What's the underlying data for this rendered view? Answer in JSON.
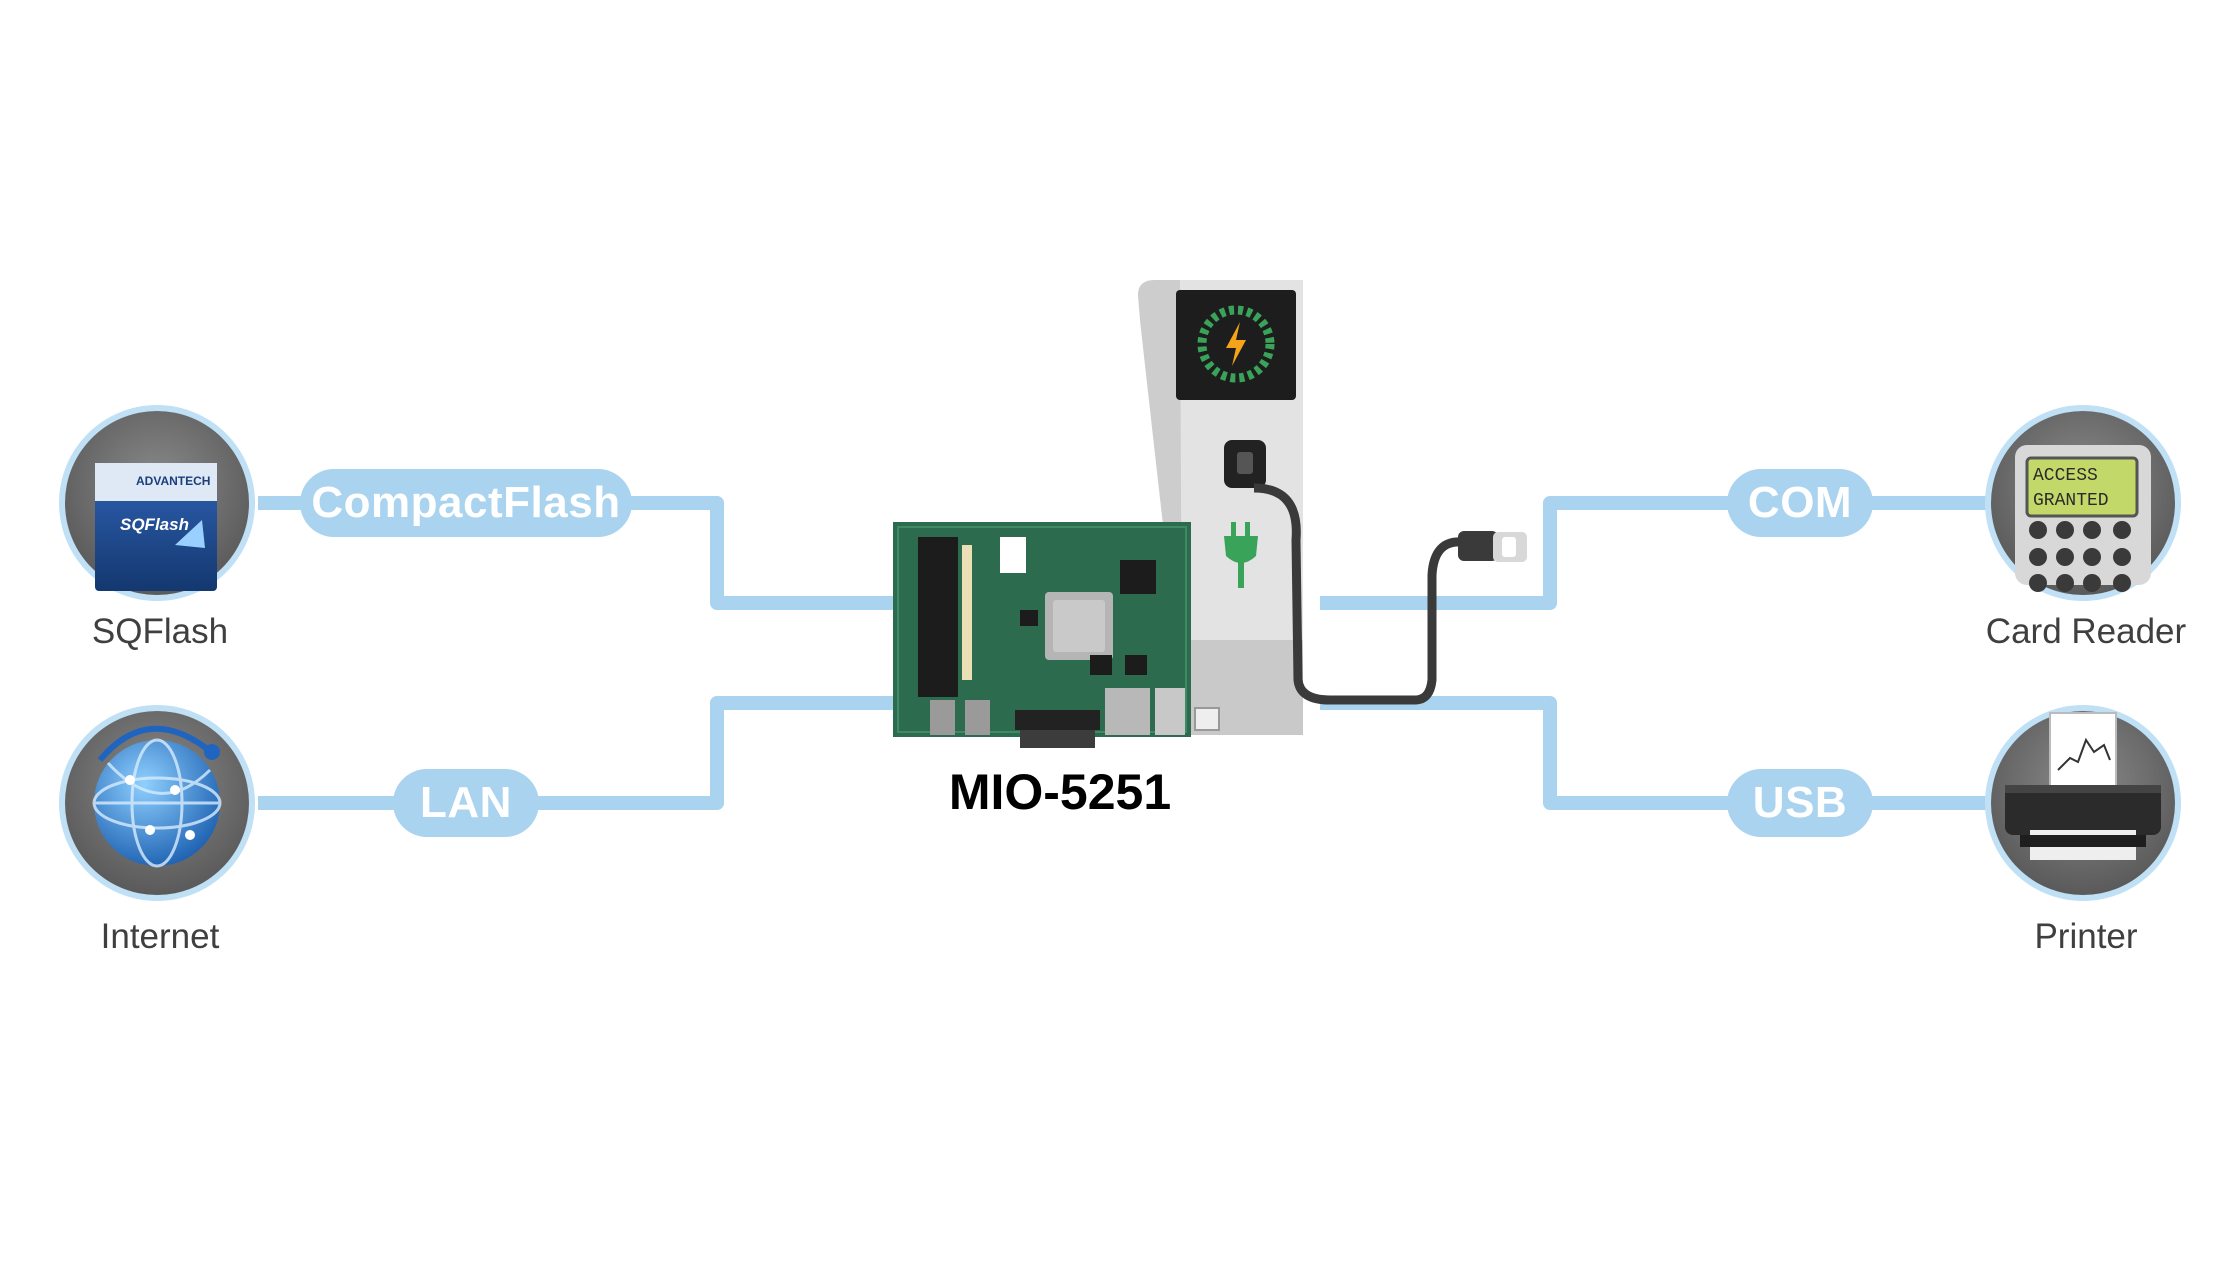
{
  "product": {
    "name": "MIO-5251"
  },
  "interfaces": {
    "compactflash": "CompactFlash",
    "lan": "LAN",
    "com": "COM",
    "usb": "USB"
  },
  "devices": {
    "sqflash": {
      "label": "SQFlash",
      "card_brand": "ADVANTECH",
      "card_title": "SQFlash",
      "icon": "sqflash-card-icon"
    },
    "internet": {
      "label": "Internet",
      "icon": "globe-network-icon"
    },
    "card_reader": {
      "label": "Card Reader",
      "screen_line1": "ACCESS",
      "screen_line2": "GRANTED",
      "icon": "keypad-terminal-icon"
    },
    "printer": {
      "label": "Printer",
      "icon": "printer-icon"
    }
  },
  "colors": {
    "line": "#a9d3ef",
    "circle_ring": "#a9d3ef",
    "label_text": "#3f3f3f",
    "board_green": "#2d6b4f",
    "charge_green": "#3aa35a",
    "bolt_orange": "#f5a31a"
  }
}
